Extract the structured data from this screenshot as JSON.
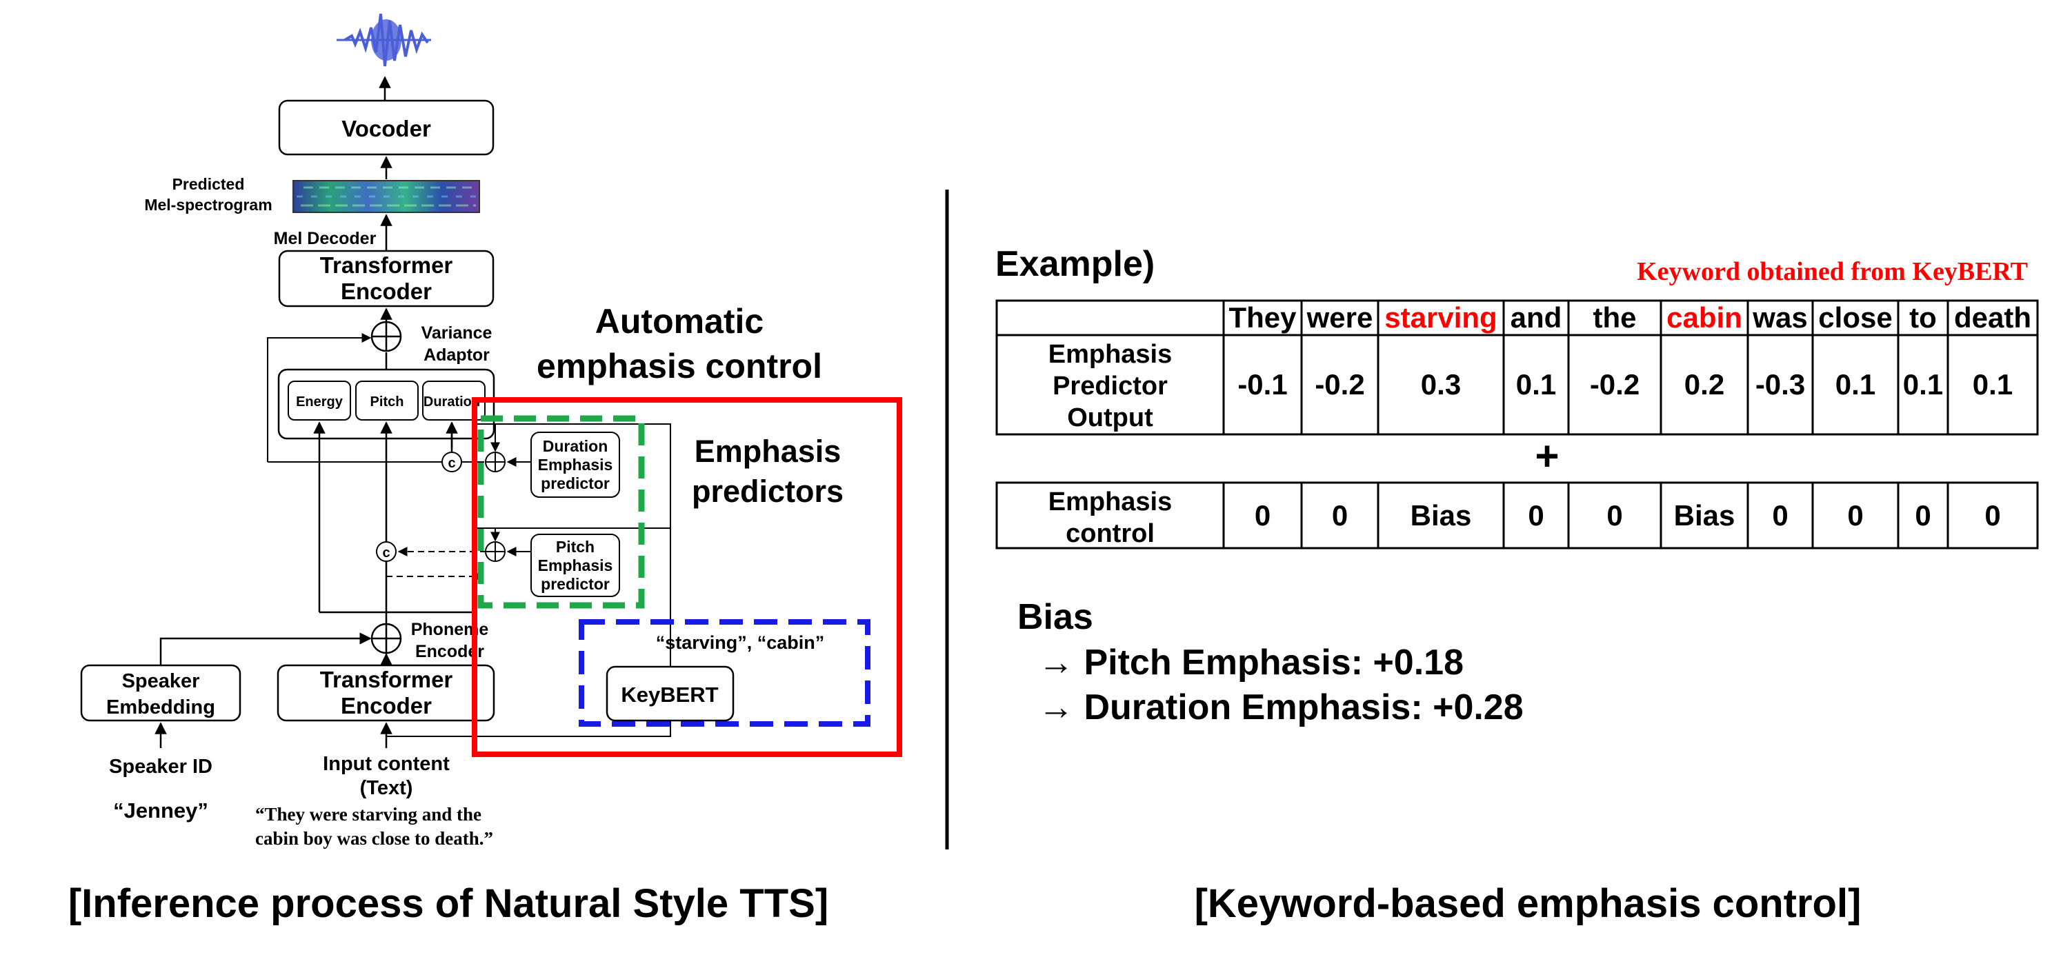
{
  "left": {
    "caption": "[Inference process of Natural Style TTS]",
    "vocoder": "Vocoder",
    "predicted_mel_line1": "Predicted",
    "predicted_mel_line2": "Mel-spectrogram",
    "mel_decoder": "Mel Decoder",
    "decoder_line1": "Transformer",
    "decoder_line2": "Encoder",
    "variance_line1": "Variance",
    "variance_line2": "Adaptor",
    "energy": "Energy",
    "pitch": "Pitch",
    "duration": "Duration",
    "concat": "c",
    "duration_pred_line1": "Duration",
    "duration_pred_line2": "Emphasis",
    "duration_pred_line3": "predictor",
    "pitch_pred_line1": "Pitch",
    "pitch_pred_line2": "Emphasis",
    "pitch_pred_line3": "predictor",
    "phoneme_line1": "Phoneme",
    "phoneme_line2": "Encoder",
    "encoder_line1": "Transformer",
    "encoder_line2": "Encoder",
    "speaker_emb_line1": "Speaker",
    "speaker_emb_line2": "Embedding",
    "speaker_id": "Speaker ID",
    "speaker_name": "“Jenney”",
    "input_line1": "Input content",
    "input_line2": "(Text)",
    "input_text_line1": "“They were starving and the",
    "input_text_line2": "cabin boy was close to death.”",
    "auto_line1": "Automatic",
    "auto_line2": "emphasis control",
    "predictors_line1": "Emphasis",
    "predictors_line2": "predictors",
    "keybert": "KeyBERT",
    "keywords": "“starving”, “cabin”"
  },
  "right": {
    "caption": "[Keyword-based emphasis control]",
    "example": "Example)",
    "keyword_note": "Keyword obtained from KeyBERT",
    "words": [
      "They",
      "were",
      "starving",
      "and",
      "the",
      "cabin",
      "was",
      "close",
      "to",
      "death"
    ],
    "output_label_line1": "Emphasis",
    "output_label_line2": "Predictor",
    "output_label_line3": "Output",
    "output_values": [
      "-0.1",
      "-0.2",
      "0.3",
      "0.1",
      "-0.2",
      "0.2",
      "-0.3",
      "0.1",
      "0.1",
      "0.1"
    ],
    "plus": "+",
    "control_label_line1": "Emphasis",
    "control_label_line2": "control",
    "control_values": [
      "0",
      "0",
      "Bias",
      "0",
      "0",
      "Bias",
      "0",
      "0",
      "0",
      "0"
    ],
    "bias_title": "Bias",
    "bias_pitch": "→ Pitch Emphasis: +0.18",
    "bias_duration": "→ Duration Emphasis: +0.28"
  },
  "colors": {
    "highlight": "#FF0000",
    "green": "#1FA84A",
    "blue": "#1A1AE6",
    "waveform": "#4A5ED8"
  }
}
